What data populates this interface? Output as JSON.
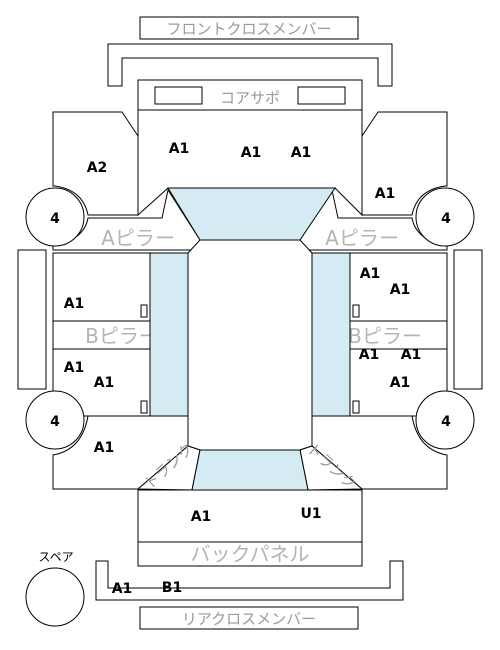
{
  "captions": {
    "front_cross_member": "フロントクロスメンバー",
    "core_support": "コアサポ",
    "a_pillar": "Aピラー",
    "b_pillar": "Bピラー",
    "back_panel": "バックパネル",
    "rear_cross_member": "リアクロスメンバー",
    "spare": "スペア",
    "trunk": "トランク"
  },
  "labels": {
    "core1": "A1",
    "core2": "A1",
    "core3": "A1",
    "fender_left": "A2",
    "fender_right": "A1",
    "wheel_fl": "4",
    "wheel_fr": "4",
    "wheel_rl": "4",
    "wheel_rr": "4",
    "door_fl": "A1",
    "door_fr1": "A1",
    "door_fr2": "A1",
    "door_rl1": "A1",
    "door_rl2": "A1",
    "door_rr1": "A1",
    "door_rr2": "A1",
    "door_rr3": "A1",
    "quarter_left": "A1",
    "trunk_left": "A1",
    "trunk_right": "U1",
    "rear_cross1": "A1",
    "rear_cross2": "B1"
  }
}
